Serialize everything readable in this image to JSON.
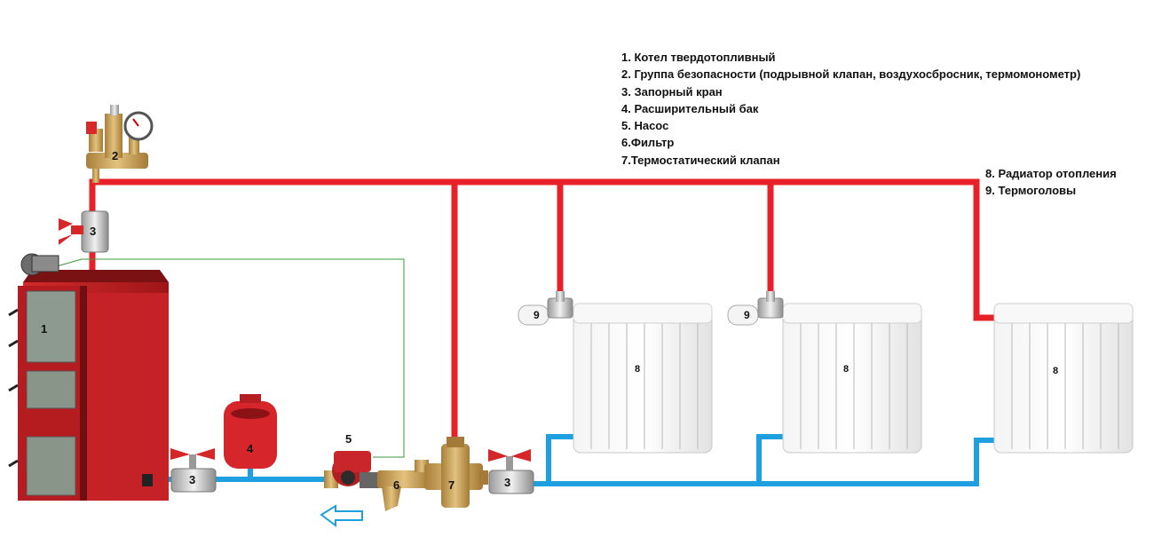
{
  "legend": {
    "item1": "1. Котел твердотопливный",
    "item2": "2. Группа безопасности (подрывной клапан, воздухосбросник, термомонометр)",
    "item3": "3. Запорный кран",
    "item4": "4. Расширительный бак",
    "item5": "5. Насос",
    "item6": "6.Фильтр",
    "item7": "7.Термостатический клапан",
    "item8": "8. Радиатор отопления",
    "item9": "9. Термоголовы"
  },
  "labels": {
    "boiler": "1",
    "safety_group": "2",
    "valve_top": "3",
    "valve_left": "3",
    "valve_right": "3",
    "tank": "4",
    "pump": "5",
    "filter": "6",
    "thermo_valve": "7",
    "radiator1": "8",
    "radiator2": "8",
    "radiator3": "8",
    "head1": "9",
    "head2": "9"
  },
  "colors": {
    "supply_pipe": "#e8202a",
    "return_pipe": "#1e9fe0",
    "boiler_body": "#c81e22",
    "brass": "#c9a15a",
    "arrow": "#1e9fe0"
  }
}
